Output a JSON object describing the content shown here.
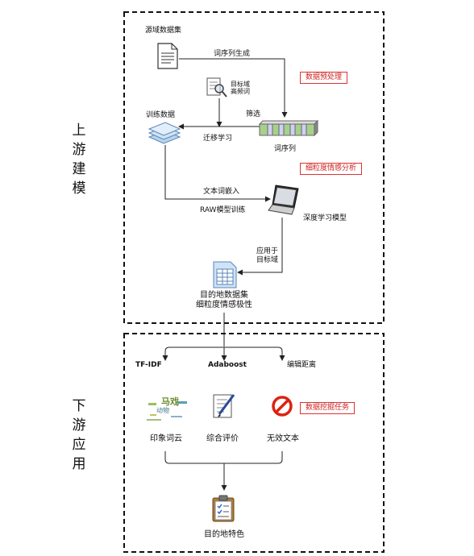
{
  "side_labels": {
    "upstream": [
      "上",
      "游",
      "建",
      "模"
    ],
    "downstream": [
      "下",
      "游",
      "应",
      "用"
    ]
  },
  "upstream": {
    "source_dataset": "源域数据集",
    "seq_generate": "词序列生成",
    "target_freq_line1": "目标域",
    "target_freq_line2": "高频词",
    "filter": "筛选",
    "training_data": "训练数据",
    "transfer_learning": "迁移学习",
    "word_sequence": "词序列",
    "text_embedding": "文本词嵌入",
    "raw_training": "RAW模型训练",
    "deep_model": "深度学习模型",
    "apply_line1": "应用于",
    "apply_line2": "目标域",
    "dest_line1": "目的地数据集",
    "dest_line2": "细粒度情感极性",
    "tag_preprocess": "数据预处理",
    "tag_sentiment": "细粒度情感分析"
  },
  "downstream": {
    "tfidf": "TF-IDF",
    "adaboost": "Adaboost",
    "edit_distance": "编辑距离",
    "wordcloud": "印象词云",
    "evaluation": "综合评价",
    "invalid_text": "无效文本",
    "features": "目的地特色",
    "tag_mining": "数据挖掘任务",
    "cloud_words": [
      "马戏",
      "动物"
    ]
  }
}
